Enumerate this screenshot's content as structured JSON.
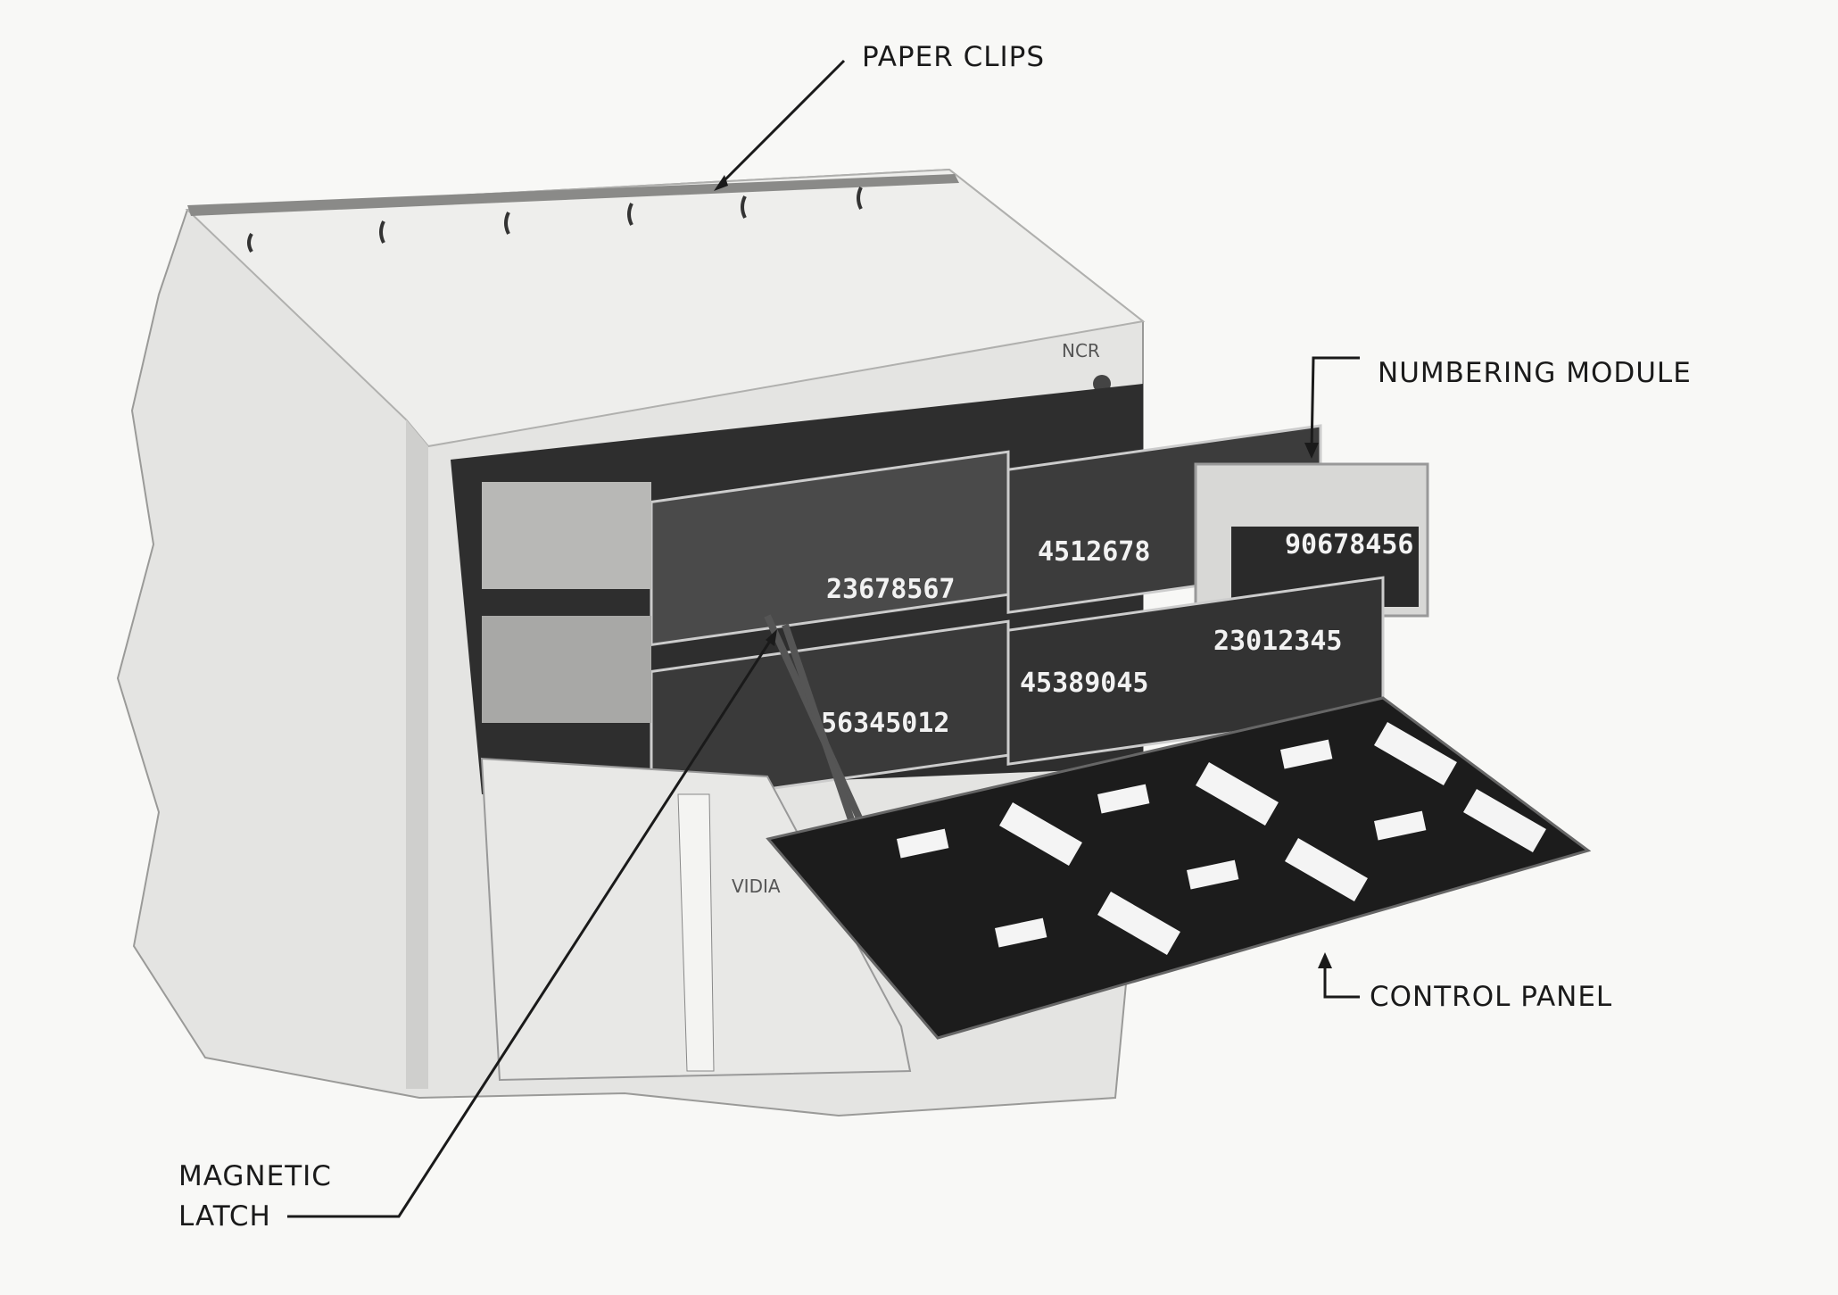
{
  "labels": {
    "paper_clips": "PAPER CLIPS",
    "numbering_module": "NUMBERING MODULE",
    "control_panel": "CONTROL PANEL",
    "magnetic_latch_line1": "MAGNETIC",
    "magnetic_latch_line2": "LATCH"
  },
  "machine": {
    "logo_text": "NCR",
    "tape_text": "VIDIA",
    "counters": [
      "23678567",
      "4512678",
      "90678456",
      "56345012",
      "45389045",
      "23012345"
    ]
  },
  "colors": {
    "background": "#f8f8f6",
    "cabinet": "#e4e4e2",
    "interior": "#2e2e2e",
    "panel": "#1c1c1c"
  }
}
